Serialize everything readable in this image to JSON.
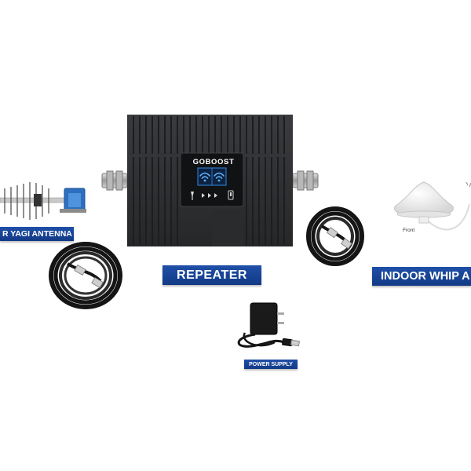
{
  "labels": {
    "outdoor_antenna": "R YAGI ANTENNA",
    "repeater": "REPEATER",
    "indoor_antenna": "INDOOR WHIP A",
    "power_supply": "POWER SUPPLY"
  },
  "repeater_brand": "GOBOOST",
  "indoor_antenna_caption": "Front",
  "colors": {
    "label_background": "#1a4696",
    "label_text": "#ffffff",
    "repeater_body": "#2e2f31",
    "display_accent": "#2f8be6",
    "cable": "#151515",
    "indoor_antenna": "#f4f4f4",
    "background": "#ffffff"
  }
}
